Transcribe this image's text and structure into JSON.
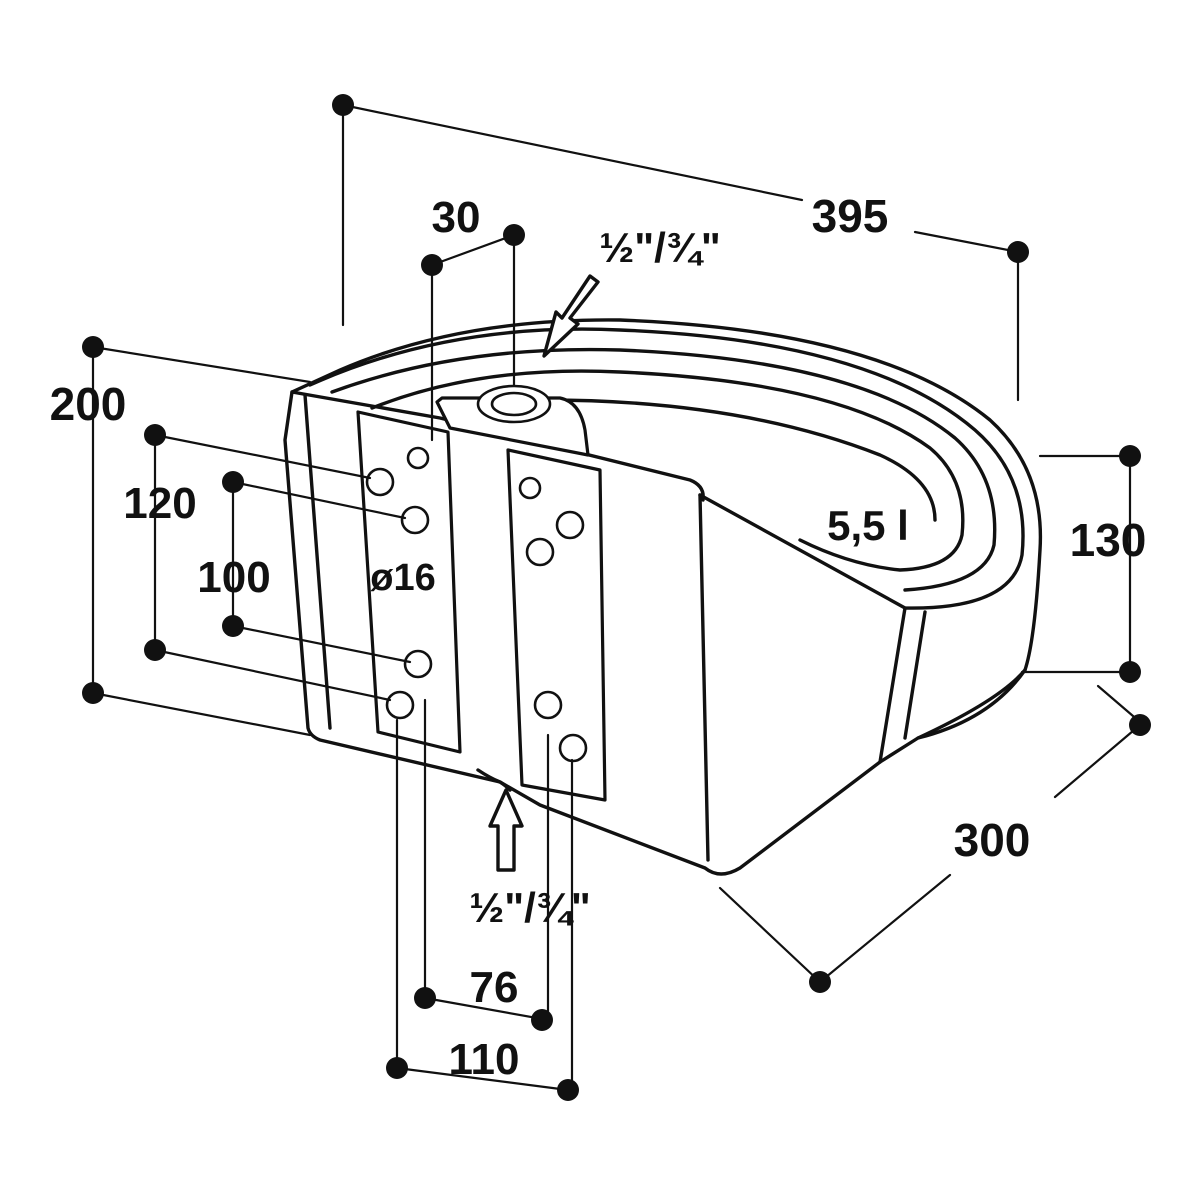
{
  "dimensions": {
    "length": "395",
    "height": "200",
    "depth": "300",
    "bowl_height": "130",
    "bracket_spacing": "30",
    "outer_hole_spacing": "120",
    "inner_hole_spacing": "100",
    "hole_spacing_small": "76",
    "hole_spacing_large": "110",
    "hole_diameter": "ø16",
    "volume": "5,5 l"
  },
  "connections": {
    "top_inlet": "½\"/¾\"",
    "bottom_inlet": "½\"/¾\""
  }
}
